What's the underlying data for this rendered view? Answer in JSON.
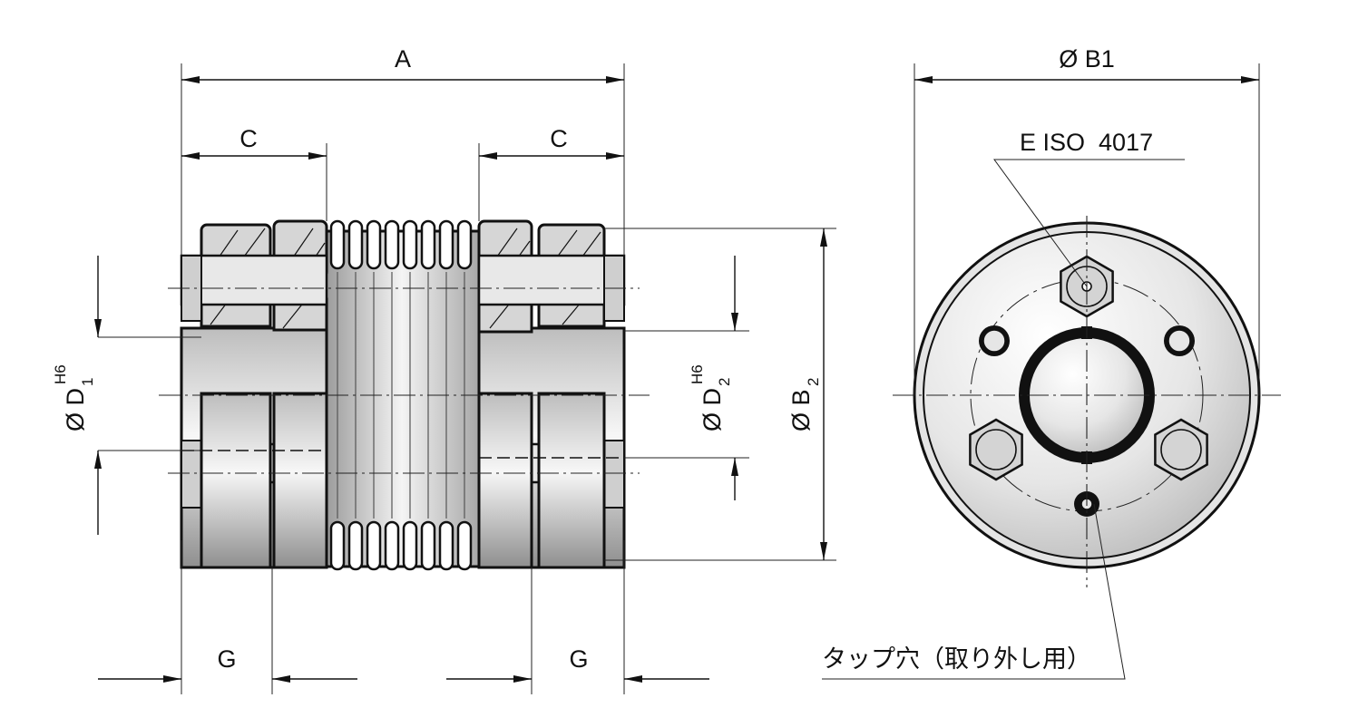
{
  "labels": {
    "A": "A",
    "C_left": "C",
    "C_right": "C",
    "G_left": "G",
    "G_right": "G",
    "D1": {
      "prefix": "Ø D",
      "sub": "1",
      "sup": "H6"
    },
    "D2": {
      "prefix": "Ø D",
      "sub": "2",
      "sup": "H6"
    },
    "B2": {
      "prefix": "Ø B",
      "sub": "2"
    },
    "B1": "Ø B1",
    "screw": "E ISO  4017",
    "tap": "タップ穴（取り外し用）"
  },
  "colors": {
    "line": "#111111",
    "body_light": "#f2f2f2",
    "body_mid": "#d9d9d9",
    "body_dark": "#9a9a9a",
    "background": "#ffffff"
  }
}
